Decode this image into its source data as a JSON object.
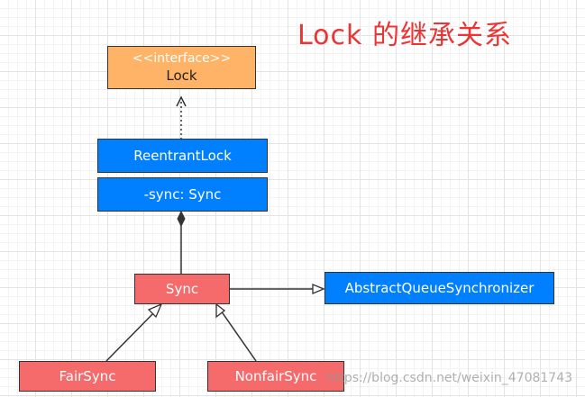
{
  "title": "Lock 的继承关系",
  "nodes": {
    "lock": {
      "stereotype": "<<interface>>",
      "name": "Lock"
    },
    "reentrant_lock": {
      "name": "ReentrantLock",
      "field": "-sync: Sync"
    },
    "sync": {
      "name": "Sync"
    },
    "aqs": {
      "name": "AbstractQueueSynchronizer"
    },
    "fair_sync": {
      "name": "FairSync"
    },
    "nonfair_sync": {
      "name": "NonfairSync"
    }
  },
  "colors": {
    "interface": "#ffb366",
    "concrete": "#007fff",
    "inner_class": "#f56a6a",
    "title": "#ee3333"
  },
  "watermark": "https://blog.csdn.net/weixin_47081743"
}
